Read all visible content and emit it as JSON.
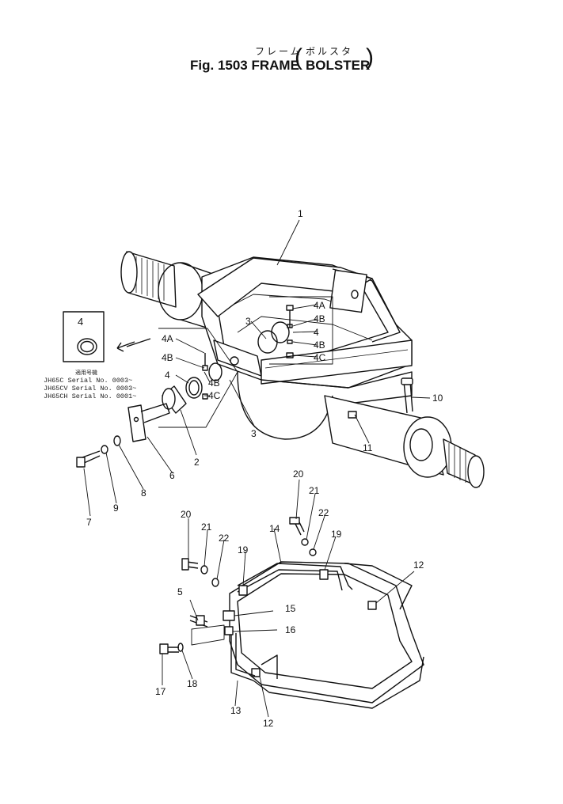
{
  "title": {
    "japanese_main": "フレーム",
    "japanese_sub": "ボルスタ",
    "main": "Fig. 1503  FRAME",
    "sub": "BOLSTER"
  },
  "applicability": {
    "heading": "適用号機",
    "lines": [
      "JH65C   Serial No. 0003~",
      "JH65CV  Serial No. 0003~",
      "JH65CH  Serial No. 0001~"
    ]
  },
  "callouts": {
    "c1": "1",
    "c2": "2",
    "c3a": "3",
    "c3b": "3",
    "c4_inset": "4",
    "c4_right": "4",
    "c4_left": "4",
    "c4a_right": "4A",
    "c4b_right1": "4B",
    "c4b_right2": "4B",
    "c4c_right": "4C",
    "c4a_left": "4A",
    "c4b_left1": "4B",
    "c4b_left2": "4B",
    "c4c_left": "4C",
    "c5": "5",
    "c6": "6",
    "c7": "7",
    "c8": "8",
    "c9": "9",
    "c10": "10",
    "c11": "11",
    "c12a": "12",
    "c12b": "12",
    "c13": "13",
    "c14": "14",
    "c15": "15",
    "c16": "16",
    "c17": "17",
    "c18": "18",
    "c19a": "19",
    "c19b": "19",
    "c20a": "20",
    "c20b": "20",
    "c21a": "21",
    "c21b": "21",
    "c22a": "22",
    "c22b": "22"
  }
}
